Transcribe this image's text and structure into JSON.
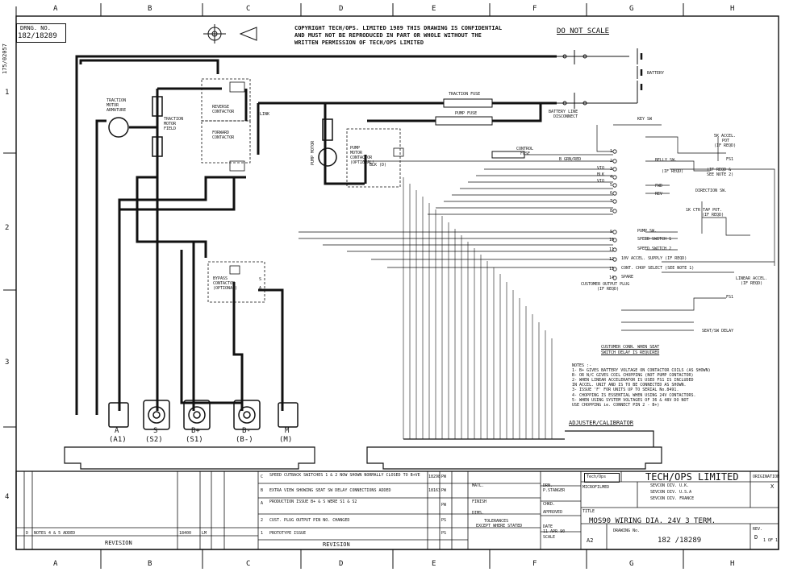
{
  "border": {
    "columns": [
      "A",
      "B",
      "C",
      "D",
      "E",
      "F",
      "G",
      "H"
    ],
    "rows": [
      "1",
      "2",
      "3",
      "4"
    ],
    "side_ref": "175/02057",
    "drawing_no_label": "DRNG. NO.",
    "drawing_no": "182/18289"
  },
  "header": {
    "copyright": [
      "COPYRIGHT TECH/OPS. LIMITED 1989 THIS DRAWING IS CONFIDENTIAL",
      "AND MUST NOT BE REPRODUCED IN PART OR WHOLE WITHOUT THE",
      "WRITTEN PERMISSION OF TECH/OPS LIMITED"
    ],
    "do_not_scale": "DO NOT SCALE"
  },
  "labels": {
    "traction_motor_armature": [
      "TRACTION",
      "MOTOR",
      "ARMATURE"
    ],
    "traction_motor_field": [
      "TRACTION",
      "MOTOR",
      "FIELD"
    ],
    "reverse_contactor": [
      "REVERSE",
      "CONTACTOR"
    ],
    "forward_contactor": [
      "FORWARD",
      "CONTACTOR"
    ],
    "link": "LINK",
    "pump_motor": "PUMP MOTOR",
    "pump_motor_contactor": [
      "PUMP",
      "MOTOR",
      "CONTACTOR",
      "(OPTIONAL)"
    ],
    "blk_d": "BLK (D)",
    "traction_fuse": "TRACTION FUSE",
    "pump_fuse": "PUMP FUSE",
    "battery": "BATTERY",
    "battery_line_disconnect": [
      "BATTERY LINE",
      "DISCONNECT"
    ],
    "key_sw": "KEY SW",
    "control_fuse": [
      "CONTROL",
      "FUSE"
    ],
    "accel_pot": [
      "5K ACCEL.",
      "POT",
      "(IF REQD)"
    ],
    "belly_sw": [
      "BELLY SW.",
      "(IF REQD)"
    ],
    "fs1_note": [
      "FS1",
      "(IF REQD &",
      "SEE NOTE 2)"
    ],
    "fwd": "FWD",
    "rev": "REV",
    "direction_sw": "DIRECTION SW.",
    "ctr_tap_pot": [
      "1K CTR TAP POT.",
      "(IF REQD)"
    ],
    "pump_sw": "PUMP SW.",
    "speed_switch_1": "SPEED SWITCH 1",
    "speed_switch_2": "SPEED SWITCH 2",
    "accel_supply": "10V ACCEL. SUPPLY (IF REQD)",
    "cont_chop_select": "CONT. CHOP SELECT (SEE NOTE 1)",
    "spare": "SPARE",
    "customer_output_plug": [
      "CUSTOMER OUTPUT PLUG",
      "(IF REQD)"
    ],
    "linear_accel": [
      "LINEAR ACCEL.",
      "(IF REQD)"
    ],
    "bypass_contactor": [
      "BYPASS",
      "CONTACTOR",
      "(OPTIONAL)"
    ],
    "fs1": "FS1",
    "seat_sw_delay": "SEAT/SW DELAY",
    "customer_conn": [
      "CUSTOMER CONN. WHEN SEAT",
      "SWITCH DELAY IS REQUIRED"
    ],
    "adjuster": "ADJUSTER/CALIBRATOR",
    "wire_colours": [
      "B GRN/RED",
      "VIO",
      "BLK",
      "VIO"
    ],
    "bus_s": "S",
    "bus_a": "A",
    "terminals": [
      {
        "top": "A",
        "bottom": "(A1)"
      },
      {
        "top": "S",
        "bottom": "(S2)"
      },
      {
        "top": "B+",
        "bottom": "(S1)"
      },
      {
        "top": "B-",
        "bottom": "(B-)"
      },
      {
        "top": "M",
        "bottom": "(M)"
      }
    ],
    "plug_pins": [
      "1",
      "2",
      "3",
      "4",
      "5",
      "6",
      "7",
      "8",
      "9",
      "10",
      "11",
      "12",
      "13",
      "14"
    ],
    "notes": [
      "NOTES :-",
      "1- B+ GIVES BATTERY VOLTAGE ON CONTACTOR COILS (AS SHOWN)",
      "   B- OR N/C GIVES COIL CHOPPING (NOT PUMP CONTACTOR)",
      "2- WHEN LINEAR ACCELERATOR IS USED FS1 IS INCLUDED",
      "   IN ACCEL. UNIT AND IS TO BE CONNECTED AS SHOWN.",
      "3- ISSUE 'F' FOR UNITS UP TO SERIAL No.8491.",
      "4- CHOPPING IS ESSENTIAL WHEN USING 24V CONTACTORS.",
      "5- WHEN USING SYSTEM VOLTAGES OF 36 & 48V DO NOT",
      "   USE CHOPPING ie. CONNECT PIN 2 - B+)"
    ]
  },
  "title_block": {
    "revisions": [
      {
        "letter": "C",
        "text": "SPEED CUTBACK SWITCHES 1 & 2 NOW SHOWN NORMALLY CLOSED TO B+VE",
        "no": "18298",
        "by": "PW",
        "date": ""
      },
      {
        "letter": "B",
        "text": "EXTRA VIEW SHOWING SEAT SW DELAY CONNECTIONS ADDED",
        "no": "18163",
        "by": "PW",
        "date": ""
      },
      {
        "letter": "A",
        "text": "PRODUCTION ISSUE B+ & S WERE S1 & S2",
        "no": "",
        "by": "PW",
        "date": ""
      },
      {
        "letter": "2",
        "text": "CUST. PLUG OUTPUT PIN NO. CHANGED",
        "no": "",
        "by": "PS",
        "date": ""
      },
      {
        "letter": "1",
        "text": "PROTOTYPE ISSUE",
        "no": "",
        "by": "PS",
        "date": ""
      }
    ],
    "left_revision": {
      "letter": "D",
      "text": "NOTES 4 & 5 ADDED",
      "no": "18400",
      "by": "LM"
    },
    "revision_header": "REVISION",
    "matl": "MATL.",
    "finish": "FINISH",
    "dims": "DIMS.",
    "tolerances": [
      "TOLERANCES",
      "EXCEPT WHERE STATED"
    ],
    "drn": "DRN.",
    "drawn_by": "P.STANGER",
    "chkd": "CHKD.",
    "approved": "APPROVED",
    "date_label": "DATE",
    "date": "11 APR 90",
    "scale": "SCALE",
    "sheet_size": "A2",
    "company_logo": "Tech/Ops",
    "company": "TECH/OPS LIMITED",
    "microfilmed": "MICROFILMED",
    "divisions": [
      "SEVCON DIV. U.K.",
      "SEVCON DIV. U.S.A",
      "SEVCON DIV. FRANCE"
    ],
    "title_label": "TITLE",
    "title": "MOS90 WIRING DIA. 24V 3 TERM.",
    "drawing_no_label": "DRAWING No.",
    "drawing_no": "182 /18289",
    "rev_label": "REV.",
    "rev": "D",
    "sheet": "1 OF 1",
    "origination": "ORIGINATION",
    "x_mark": "X"
  }
}
